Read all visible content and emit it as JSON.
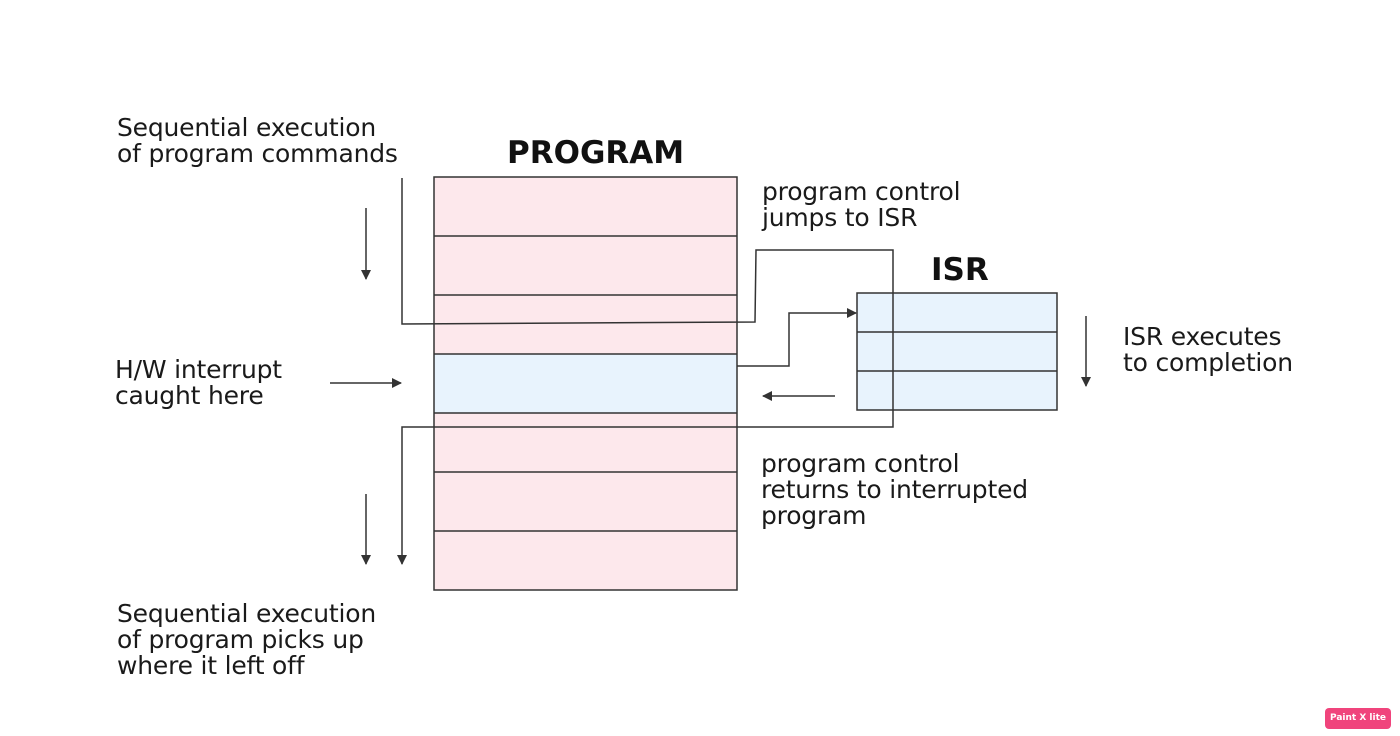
{
  "titles": {
    "program": "PROGRAM",
    "isr": "ISR"
  },
  "labels": {
    "sequential_top": "Sequential execution\nof program commands",
    "jumps": "program control\njumps to ISR",
    "interrupt": "H/W interrupt\ncaught here",
    "isr_executes": "ISR executes\nto completion",
    "returns": "program control\nreturns to interrupted\nprogram",
    "sequential_bottom": "Sequential execution\nof program picks up\nwhere it left off"
  },
  "watermark": "Paint X lite",
  "colors": {
    "program_block": "#fde8ec",
    "interrupt_block": "#e8f3fd",
    "isr_block": "#e8f3fd",
    "line": "#333333",
    "badge": "#f0447c"
  }
}
